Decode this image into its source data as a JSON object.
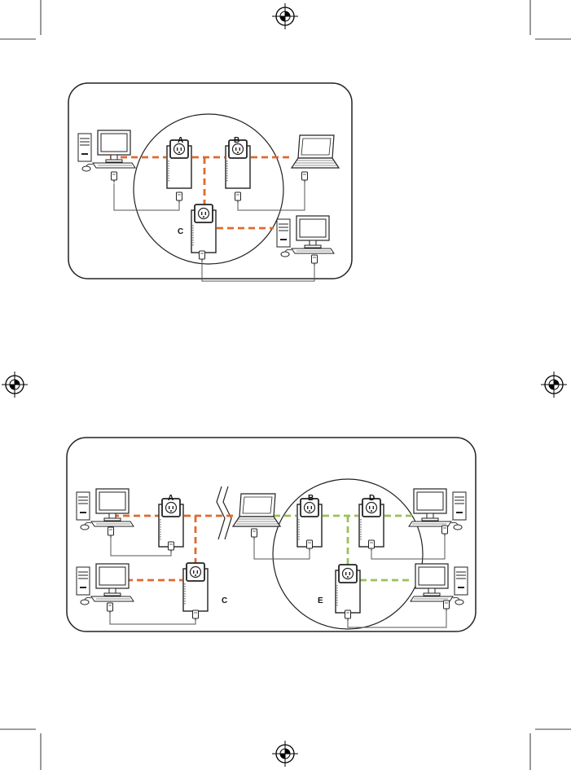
{
  "colors": {
    "network_a": "#e06a2c",
    "network_b": "#9bc15a",
    "frame": "#222222",
    "background": "#ffffff"
  },
  "icons": [
    "registration-mark-icon",
    "desktop-computer-icon",
    "laptop-icon",
    "powerline-adapter-icon",
    "ethernet-plug-icon",
    "mouse-icon"
  ],
  "diagram_top": {
    "labels": {
      "a": "A",
      "b": "B",
      "c": "C"
    }
  },
  "diagram_bottom": {
    "labels": {
      "a": "A",
      "b": "B",
      "c": "C",
      "d": "D",
      "e": "E"
    }
  }
}
